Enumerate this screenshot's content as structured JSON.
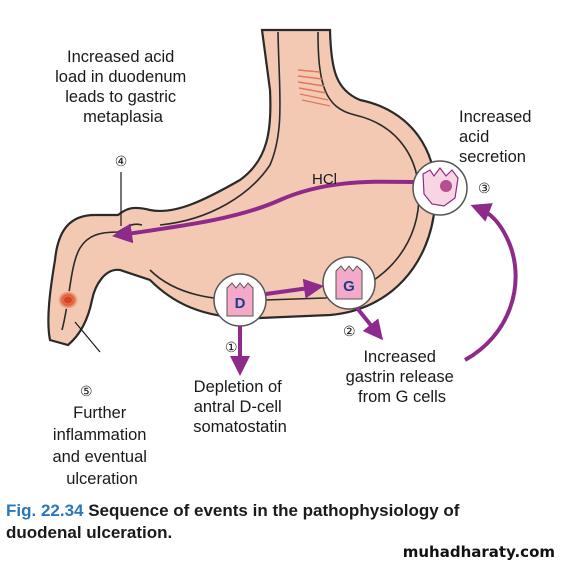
{
  "diagram": {
    "hcl_label": "HCl",
    "cells": {
      "d_cell": "D",
      "g_cell": "G"
    },
    "steps": [
      {
        "number": "①",
        "lines": [
          "Depletion of",
          "antral D-cell",
          "somatostatin"
        ]
      },
      {
        "number": "②",
        "lines": [
          "Increased",
          "gastrin release",
          "from G cells"
        ]
      },
      {
        "number": "③",
        "lines": [
          "Increased",
          "acid",
          "secretion"
        ]
      },
      {
        "number": "④",
        "lines": [
          "Increased acid",
          "load in duodenum",
          "leads to gastric",
          "metaplasia"
        ]
      },
      {
        "number": "⑤",
        "lines": [
          "Further",
          "inflammation",
          "and eventual",
          "ulceration"
        ]
      }
    ],
    "colors": {
      "stomach_fill": "#f3c9b3",
      "stomach_outline": "#2a2a2a",
      "arrow": "#8e2a8c",
      "cell_fill": "#f4a9c9",
      "ulcer": "#d6422a"
    }
  },
  "caption": {
    "fig_label": "Fig. 22.34",
    "text": "Sequence of events in the pathophysiology of duodenal ulceration."
  },
  "watermark": "muhadharaty.com"
}
